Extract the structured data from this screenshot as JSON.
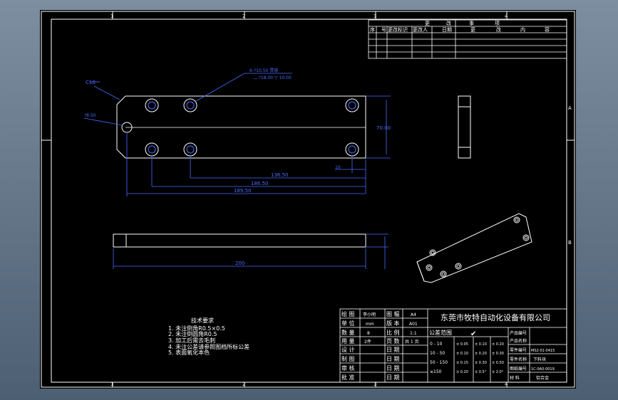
{
  "frame": {
    "col_labels": [
      "1",
      "2",
      "3",
      "4"
    ],
    "row_labels": [
      "A",
      "B"
    ]
  },
  "revision_table": {
    "header_top": [
      "更",
      "改",
      "事",
      "项"
    ],
    "header_row": [
      "序",
      "号",
      "更改标识",
      "更改人",
      "日期",
      "更",
      "改",
      "内",
      "容"
    ]
  },
  "dimensions": {
    "chamfer": "C10",
    "hole_note_1": "6-?10.50 贯穿",
    "hole_note_2": "⌴ ?18.00 ▽ 10.00",
    "dia_small": "?8.50",
    "height": "70.00",
    "d_right": "10",
    "d_136": "136.50",
    "d_186": "186.50",
    "d_189": "189.50",
    "length": "200"
  },
  "tech_notes": {
    "title": "技术要求",
    "lines": [
      "1. 未注倒角R0.5×0.5",
      "2. 未注倒圆角R0.5",
      "3. 加工后需去毛刺",
      "4. 未注公差请参照图档所标公差",
      "5. 表面氧化本色"
    ]
  },
  "title_block": {
    "labels": {
      "drawing": "绘 图",
      "unit": "单 位",
      "qty": "数 量",
      "usage": "用 量",
      "design": "设 计",
      "proof": "制 图",
      "review": "审 核",
      "approve": "批 准",
      "size": "图 幅",
      "version": "版 本",
      "scale": "比 例",
      "page": "页 数",
      "date": "日 期"
    },
    "values": {
      "drawing": "李小明",
      "unit": "mm",
      "qty": "8",
      "usage": "2件",
      "size": "A4",
      "version": "A01",
      "scale": "1:1",
      "page": "共 1 页"
    },
    "company": "东莞市牧特自动化设备有限公司",
    "tolerance_title": "公差范围",
    "tol_ranges": [
      "0 - 10",
      "10 - 50",
      "50 - 150",
      "≥150"
    ],
    "tol_a": [
      "± 0.05",
      "± 0.10",
      "± 0.15",
      "± 0.20"
    ],
    "tol_b": [
      "± 0.10",
      "± 0.20",
      "± 0.30",
      "± 0.5°"
    ],
    "tol_c": [
      "± 0.20",
      "± 0.30",
      "± 0.50",
      "± 2.0°"
    ],
    "product_no_label": "产品编号",
    "product_name_label": "产品名称",
    "part_no_label": "零件编号",
    "part_name_label": "零件名称",
    "drawing_no_label": "图纸编号",
    "material_label": "材 料",
    "part_no": "MS2-01-0415",
    "part_name": "下料块",
    "drawing_no": "1C-0A0-0019",
    "material": "铝合金"
  }
}
